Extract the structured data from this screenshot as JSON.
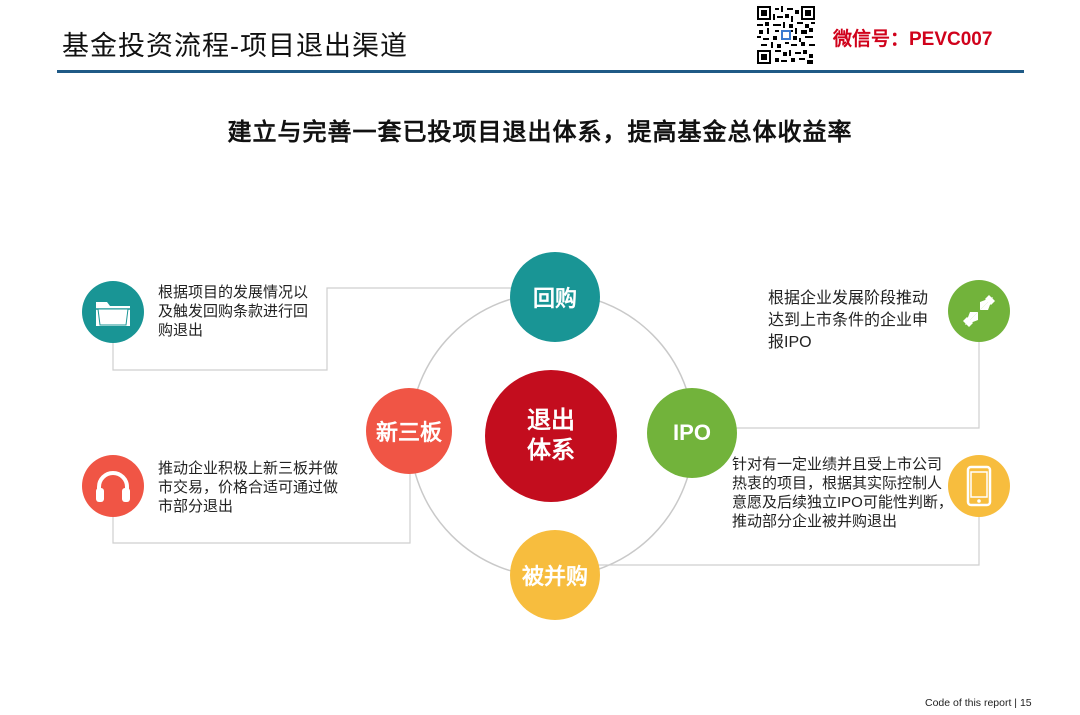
{
  "header": {
    "title": "基金投资流程-项目退出渠道",
    "wechat": "微信号：PEVC007"
  },
  "subtitle": "建立与完善一套已投项目退出体系，提高基金总体收益率",
  "diagram": {
    "center": "退出体系",
    "nodes": {
      "top": "回购",
      "left": "新三板",
      "right": "IPO",
      "bottom": "被并购"
    },
    "colors": {
      "teal": "#199595",
      "red": "#c30d1e",
      "coral": "#f05545",
      "green": "#72b33b",
      "yellow": "#f7bd3e"
    }
  },
  "descriptions": {
    "buyback": "根据项目的发展情况以及触发回购条款进行回购退出",
    "neeq": "推动企业积极上新三板并做市交易，价格合适可通过做市部分退出",
    "ipo": "根据企业发展阶段推动达到上市条件的企业申报IPO",
    "ma": "针对有一定业绩并且受上市公司热衷的项目，根据其实际控制人意愿及后续独立IPO可能性判断，推动部分企业被并购退出"
  },
  "icons": {
    "buyback": "folder-icon",
    "neeq": "headphones-icon",
    "ipo": "compress-arrows-icon",
    "ma": "smartphone-icon"
  },
  "footer": "Code of this report  | 15"
}
